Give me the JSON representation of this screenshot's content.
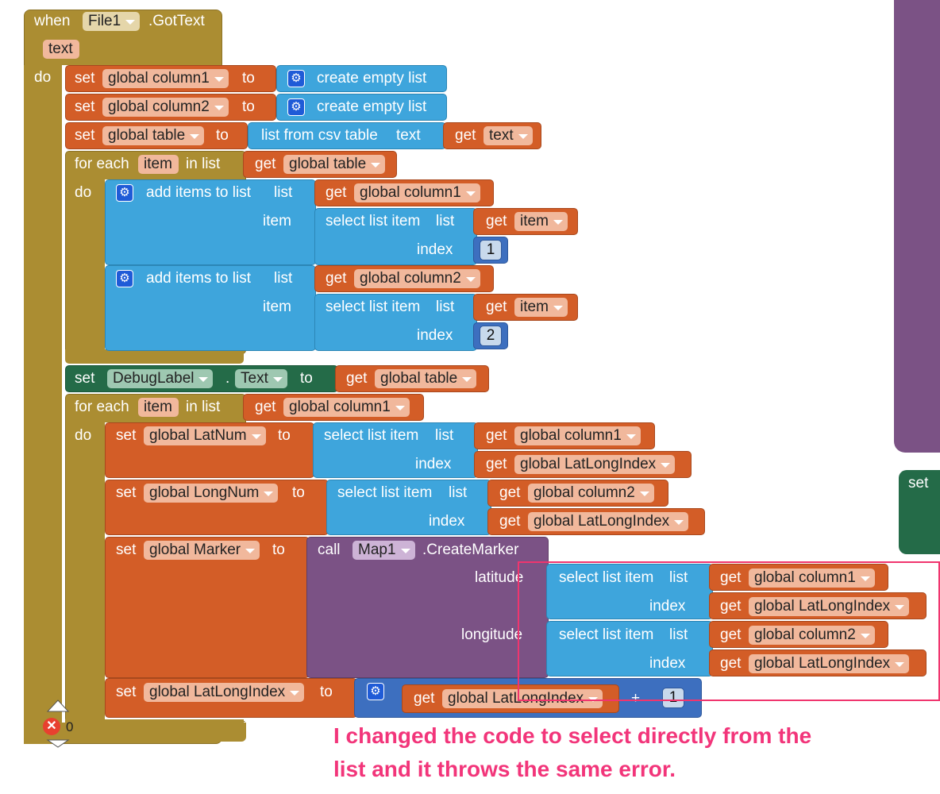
{
  "event": {
    "when": "when",
    "component": "File1",
    "event_name": ".GotText",
    "param": "text",
    "do": "do"
  },
  "common": {
    "set": "set",
    "to": "to",
    "get": "get",
    "create_empty_list": "create empty list",
    "for_each": "for each",
    "item": "item",
    "in_list": "in list",
    "do": "do",
    "add_items": "add items to list",
    "list": "list",
    "select_list_item": "select list item",
    "index": "index",
    "list_from_csv": "list from csv table",
    "text": "text",
    "call": "call",
    "latitude": "latitude",
    "longitude": "longitude",
    "plus": "+",
    "dot": "."
  },
  "vars": {
    "column1": "global column1",
    "column2": "global column2",
    "table": "global table",
    "latnum": "global LatNum",
    "longnum": "global LongNum",
    "marker": "global Marker",
    "latlongindex": "global LatLongIndex",
    "text": "text",
    "item": "item"
  },
  "component": {
    "debug_label": "DebugLabel",
    "text_prop": "Text",
    "map": "Map1",
    "create_marker": ".CreateMarker"
  },
  "numbers": {
    "one": "1",
    "two": "2",
    "inc": "1"
  },
  "workspace": {
    "error_count": "0",
    "side_set": "set"
  },
  "annotation": {
    "line1": "I changed the code to select directly from the",
    "line2": "list and it throws the same error."
  },
  "colors": {
    "event": "#ab8d32",
    "variable": "#d35d27",
    "list": "#3ea5dc",
    "component_set": "#246b48",
    "procedure": "#7b5285",
    "math": "#3d6fbf",
    "highlight": "#f0356e"
  }
}
